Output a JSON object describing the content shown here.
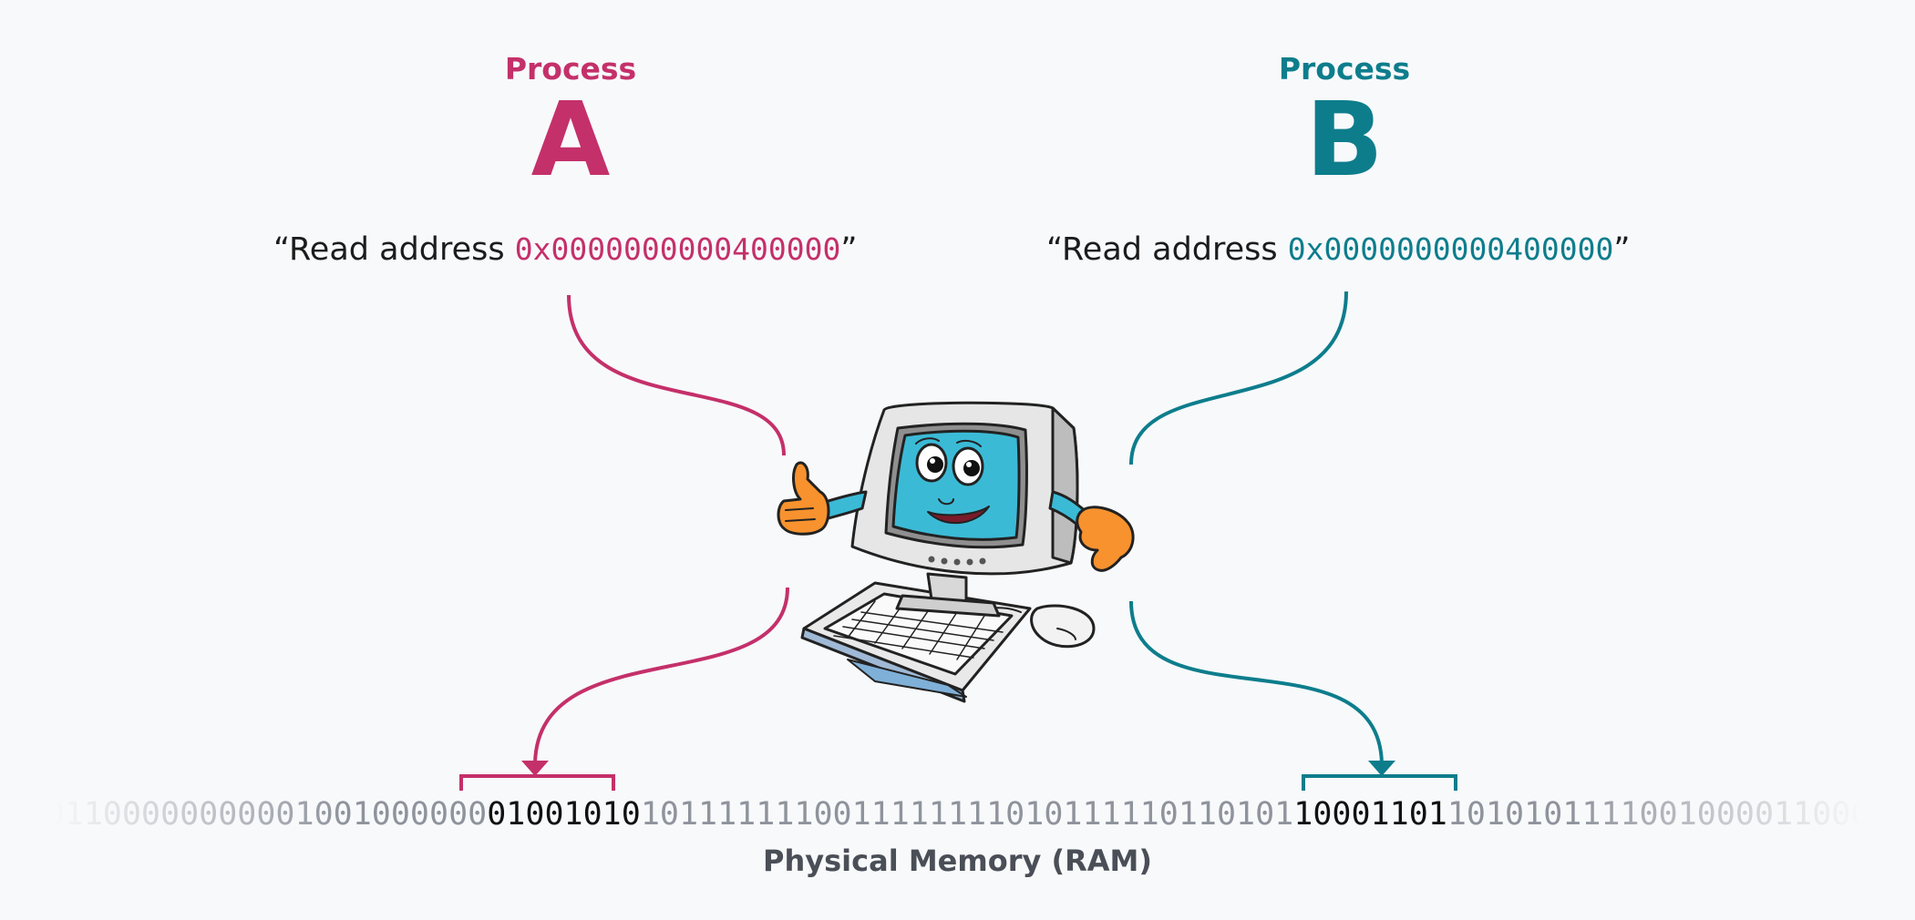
{
  "process_a": {
    "caption": "Process",
    "letter": "A",
    "quote_prefix": "“Read address ",
    "address": "0x0000000000400000",
    "quote_suffix": "”",
    "color": "#c4306a"
  },
  "process_b": {
    "caption": "Process",
    "letter": "B",
    "quote_prefix": "“Read address ",
    "address": "0x0000000000400000",
    "quote_suffix": "”",
    "color": "#0d7d8c"
  },
  "memory": {
    "bits_left": "101100000000001001000000",
    "highlight_a": "01001010",
    "bits_middle": "1011111110011111111010111110110101",
    "highlight_b": "10001101",
    "bits_right": "10101011110010000110000",
    "label": "Physical Memory (RAM)"
  },
  "icon": "cartoon-computer-icon"
}
